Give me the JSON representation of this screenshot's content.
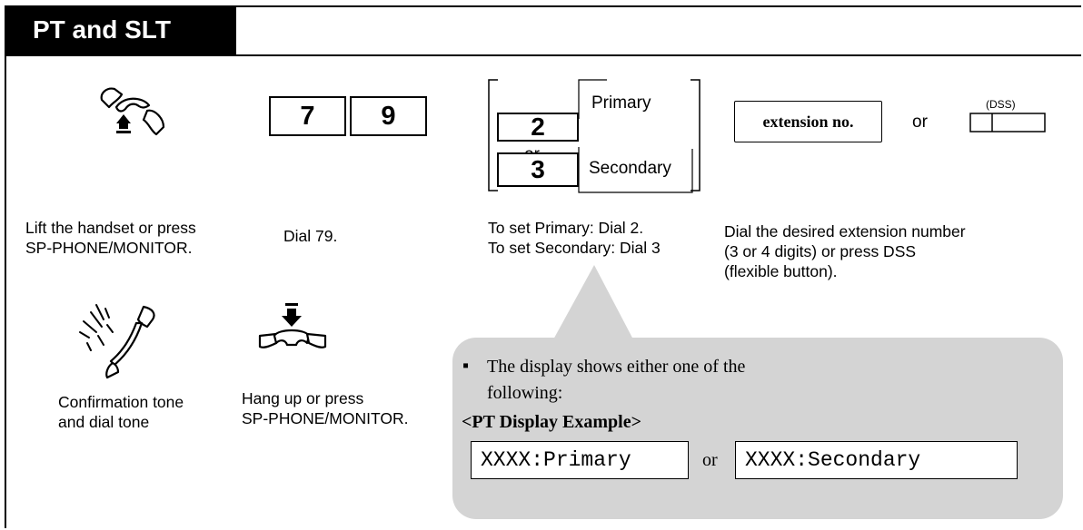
{
  "header": {
    "title": "PT and SLT"
  },
  "step1": {
    "caption_line1": "Lift the handset or press",
    "caption_line2": "SP-PHONE/MONITOR."
  },
  "step2": {
    "key1": "7",
    "key2": "9",
    "caption": "Dial 79."
  },
  "step3": {
    "key_primary": "2",
    "label_primary": "Primary",
    "or": "or",
    "key_secondary": "3",
    "label_secondary": "Secondary",
    "caption_line1": "To set Primary: Dial 2.",
    "caption_line2": "To set Secondary: Dial 3"
  },
  "step4": {
    "extension_label": "extension no.",
    "or": "or",
    "dss_label": "(DSS)",
    "caption_line1": "Dial the desired extension number",
    "caption_line2": "(3 or 4 digits) or press DSS",
    "caption_line3": "(flexible button)."
  },
  "step5": {
    "caption_line1": "Confirmation tone",
    "caption_line2": "and dial tone"
  },
  "step6": {
    "caption_line1": "Hang up or press",
    "caption_line2": "SP-PHONE/MONITOR."
  },
  "note": {
    "bullet": "▪",
    "line1": "The display shows either one of the",
    "line2": "following:",
    "example_title": "<PT Display Example>",
    "display1": "XXXX:Primary",
    "or": "or",
    "display2": "XXXX:Secondary"
  },
  "icons": [
    "handset-off-hook-icon",
    "handset-on-hook-icon",
    "ringing-handset-icon"
  ]
}
